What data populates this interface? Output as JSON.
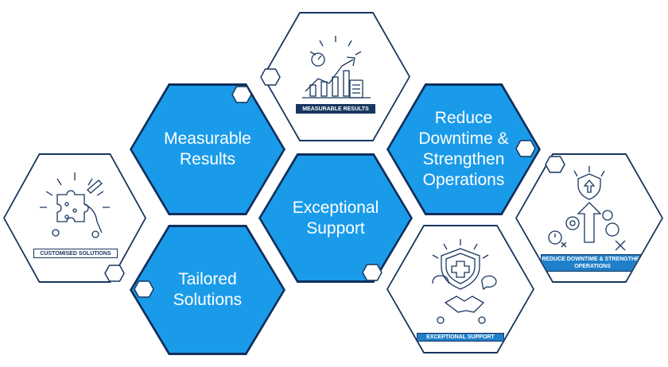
{
  "hexagons": {
    "measurable_results": {
      "label": "Measurable Results"
    },
    "tailored_solutions": {
      "label": "Tailored Solutions"
    },
    "exceptional_support": {
      "label": "Exceptional Support"
    },
    "reduce_downtime": {
      "label": "Reduce Downtime & Strengthen Operations"
    }
  },
  "icons": {
    "measurable": {
      "icon": "growth-chart-icon",
      "banner": "MEASURABLE RESULTS"
    },
    "customised": {
      "icon": "puzzle-hand-icon",
      "banner": "CUSTOMISED SOLUTIONS"
    },
    "support": {
      "icon": "shield-handshake-icon",
      "banner": "EXCEPTIONAL SUPPORT"
    },
    "downtime": {
      "icon": "gears-arrow-icon",
      "banner": "REDUCE DOWNTIME & STRENGTHEN OPERATIONS"
    }
  },
  "colors": {
    "hex_blue": "#1a9bea",
    "outline_navy": "#17365f",
    "background": "#ffffff"
  }
}
